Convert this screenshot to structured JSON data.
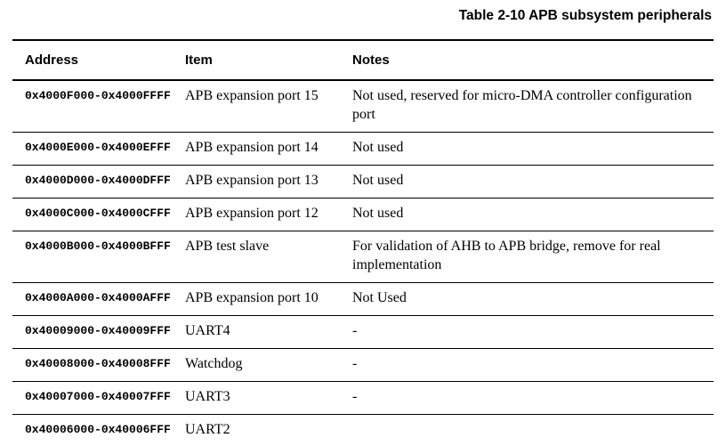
{
  "caption": "Table 2-10 APB subsystem peripherals",
  "table": {
    "columns": [
      "Address",
      "Item",
      "Notes"
    ],
    "rows": [
      {
        "address": "0x4000F000-0x4000FFFF",
        "item": "APB expansion port 15",
        "notes": "Not used, reserved for micro-DMA controller configuration port"
      },
      {
        "address": "0x4000E000-0x4000EFFF",
        "item": "APB expansion port 14",
        "notes": "Not used"
      },
      {
        "address": "0x4000D000-0x4000DFFF",
        "item": "APB expansion port 13",
        "notes": "Not used"
      },
      {
        "address": "0x4000C000-0x4000CFFF",
        "item": "APB expansion port 12",
        "notes": "Not used"
      },
      {
        "address": "0x4000B000-0x4000BFFF",
        "item": "APB test slave",
        "notes": "For validation of AHB to APB bridge, remove for real implementation"
      },
      {
        "address": "0x4000A000-0x4000AFFF",
        "item": "APB expansion port 10",
        "notes": "Not Used"
      },
      {
        "address": "0x40009000-0x40009FFF",
        "item": "UART4",
        "notes": "-"
      },
      {
        "address": "0x40008000-0x40008FFF",
        "item": "Watchdog",
        "notes": "-"
      },
      {
        "address": "0x40007000-0x40007FFF",
        "item": "UART3",
        "notes": "-"
      },
      {
        "address": "0x40006000-0x40006FFF",
        "item": "UART2",
        "notes": ""
      }
    ]
  },
  "colors": {
    "text": "#000000",
    "background": "#ffffff",
    "rule": "#000000"
  }
}
